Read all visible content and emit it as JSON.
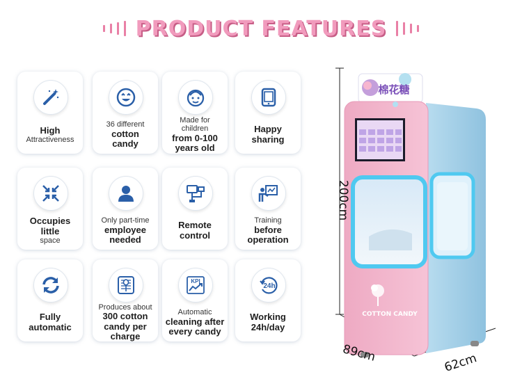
{
  "header": {
    "title": "PRODUCT FEATURES"
  },
  "colors": {
    "title": "#f19bbd",
    "title_shadow": "#c75d86",
    "icon_blue": "#2a5fa8",
    "machine_pink": "#f2b6cc",
    "machine_blue": "#a7cfe6",
    "glow": "#4fc9f0"
  },
  "features": [
    {
      "icon": "magic-wand-icon",
      "lines": [
        {
          "t": "High",
          "c": "b"
        },
        {
          "t": "Attractiveness",
          "c": "s"
        }
      ]
    },
    {
      "icon": "smiley-face-icon",
      "lines": [
        {
          "t": "36 different",
          "c": "s"
        },
        {
          "t": "cotton",
          "c": "b"
        },
        {
          "t": "candy",
          "c": "b"
        }
      ]
    },
    {
      "icon": "child-face-icon",
      "lines": [
        {
          "t": "Made for",
          "c": "s"
        },
        {
          "t": "children",
          "c": "s"
        },
        {
          "t": "from 0-100",
          "c": "b"
        },
        {
          "t": "years old",
          "c": "b"
        }
      ]
    },
    {
      "icon": "tablet-icon",
      "lines": [
        {
          "t": "Happy",
          "c": "b"
        },
        {
          "t": "sharing",
          "c": "b"
        }
      ]
    },
    {
      "icon": "shrink-arrows-icon",
      "lines": [
        {
          "t": "Occupies",
          "c": "b"
        },
        {
          "t": "little",
          "c": "b"
        },
        {
          "t": "space",
          "c": "s"
        }
      ]
    },
    {
      "icon": "person-icon",
      "lines": [
        {
          "t": "Only part-time",
          "c": "s"
        },
        {
          "t": "employee",
          "c": "b"
        },
        {
          "t": "needed",
          "c": "b"
        }
      ]
    },
    {
      "icon": "remote-network-icon",
      "lines": [
        {
          "t": "Remote",
          "c": "b"
        },
        {
          "t": "control",
          "c": "b"
        }
      ]
    },
    {
      "icon": "presentation-icon",
      "lines": [
        {
          "t": "Training",
          "c": "s"
        },
        {
          "t": "before",
          "c": "b"
        },
        {
          "t": "operation",
          "c": "b"
        }
      ]
    },
    {
      "icon": "refresh-arrows-icon",
      "lines": [
        {
          "t": "Fully",
          "c": "b"
        },
        {
          "t": "automatic",
          "c": "b"
        }
      ]
    },
    {
      "icon": "cotton-candy-icon",
      "lines": [
        {
          "t": "Produces about",
          "c": "s"
        },
        {
          "t": "300 cotton",
          "c": "b"
        },
        {
          "t": "candy per",
          "c": "b"
        },
        {
          "t": "charge",
          "c": "b"
        }
      ]
    },
    {
      "icon": "kpi-chart-icon",
      "lines": [
        {
          "t": "Automatic",
          "c": "s"
        },
        {
          "t": "cleaning after",
          "c": "b"
        },
        {
          "t": "every candy",
          "c": "b"
        }
      ]
    },
    {
      "icon": "clock-24h-icon",
      "lines": [
        {
          "t": "Working",
          "c": "b"
        },
        {
          "t": "24h/day",
          "c": "b"
        }
      ]
    }
  ],
  "machine": {
    "logo_text": "棉花糖",
    "panel_text": "COTTON CANDY",
    "dimensions": {
      "height": "200cm",
      "width": "89cm",
      "depth": "62cm"
    }
  },
  "icon_text": {
    "kpi": "KPI",
    "clock": "24h"
  }
}
